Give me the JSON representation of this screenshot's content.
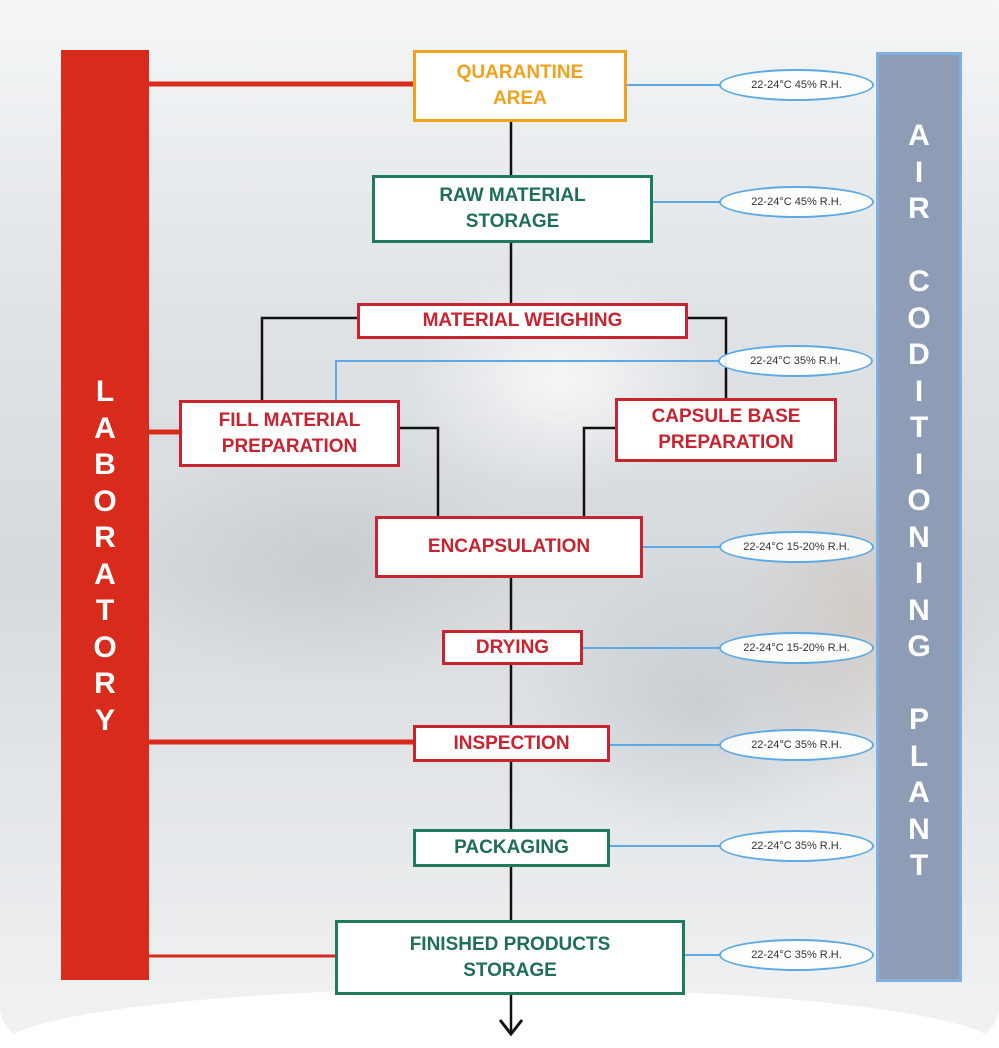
{
  "laboratory": {
    "label": "LABORATORY"
  },
  "air_plant": {
    "label": "AIR CODITIONING PLANT"
  },
  "steps": {
    "quarantine": "QUARANTINE\nAREA",
    "raw_material": "RAW MATERIAL\nSTORAGE",
    "weighing": "MATERIAL WEIGHING",
    "fill_material": "FILL MATERIAL\nPREPARATION",
    "capsule_base": "CAPSULE BASE\nPREPARATION",
    "encapsulation": "ENCAPSULATION",
    "drying": "DRYING",
    "inspection": "INSPECTION",
    "packaging": "PACKAGING",
    "finished": "FINISHED PRODUCTS\nSTORAGE"
  },
  "conditions": {
    "quarantine": "22-24°C 45% R.H.",
    "raw_material": "22-24°C 45% R.H.",
    "weighing": "22-24°C 35% R.H.",
    "encapsulation": "22-24°C 15-20% R.H.",
    "drying": "22-24°C 15-20% R.H.",
    "inspection": "22-24°C 35% R.H.",
    "packaging": "22-24°C 35% R.H.",
    "finished": "22-24°C 35% R.H."
  },
  "colors": {
    "red": "#c8232f",
    "green": "#1f7a5e",
    "orange": "#f0a21a",
    "laboratory_bar": "#d92b1c",
    "air_bar": "#8f9cb5",
    "condition_line": "#5ca9e6"
  }
}
